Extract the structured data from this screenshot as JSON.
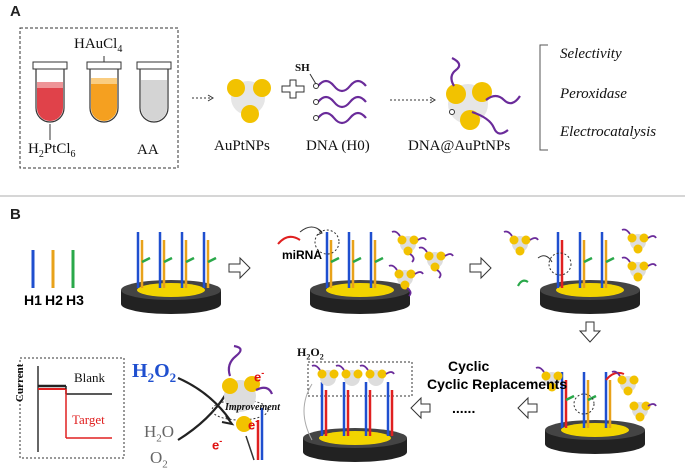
{
  "panelA": {
    "label": "A",
    "tube_top_label": "HAuCl",
    "tube_top_sub": "4",
    "tube_left_label": "H",
    "tube_left_sub1": "2",
    "tube_left_mid": "PtCl",
    "tube_left_sub2": "6",
    "tube_right_label": "AA",
    "np_label": "AuPtNPs",
    "sh_label": "SH",
    "dna_label": "DNA (H0)",
    "conj_label": "DNA@AuPtNPs",
    "properties": [
      "Selectivity",
      "Peroxidase",
      "Electrocatalysis"
    ]
  },
  "panelB": {
    "label": "B",
    "hairpins": [
      "H1",
      "H2",
      "H3"
    ],
    "mirna_label": "miRNA",
    "h2o2_small": "H",
    "h2o2_small_sub1": "2",
    "h2o2_small_mid": "O",
    "h2o2_small_sub2": "2",
    "cyclic_label": "Cyclic Replacements",
    "dots": "......",
    "h2o2_big": "H",
    "h2o2_big_sub1": "2",
    "h2o2_big_mid": "O",
    "h2o2_big_sub2": "2",
    "h2o_label": "H",
    "h2o_sub": "2",
    "h2o_end": "O",
    "o2_label": "O",
    "o2_sub": "2",
    "improvement_label": "Improvement",
    "electron_label": "e",
    "electron_sup": "-",
    "current_label": "Current",
    "blank_label": "Blank",
    "target_label": "Target"
  },
  "colors": {
    "h1": "#1f4fcf",
    "h2": "#e8a21a",
    "h3": "#2aa84a",
    "mirna": "#e02020",
    "dna_purple": "#6a2b9a",
    "gold": "#f2c200",
    "electron": "#e01010",
    "h2o2_blue": "#1f4fcf"
  }
}
